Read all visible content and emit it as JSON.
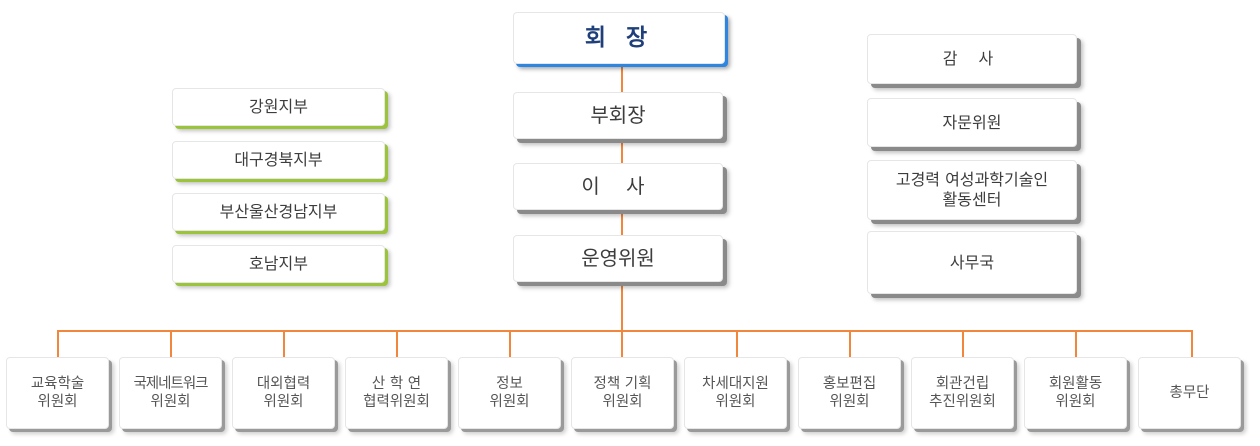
{
  "colors": {
    "connector": "#f0873c",
    "president_accent": "#2e86e0",
    "branch_accent": "#9bc43a",
    "shadow_gray": "#8a8a8a"
  },
  "hierarchy": {
    "president": "회 장",
    "vice_president": "부회장",
    "directors": "이 사",
    "steering_committee": "운영위원"
  },
  "branches": [
    "강원지부",
    "대구경북지부",
    "부산울산경남지부",
    "호남지부"
  ],
  "advisory": [
    {
      "line1": "감 사",
      "line2": ""
    },
    {
      "line1": "자문위원",
      "line2": ""
    },
    {
      "line1": "고경력 여성과학기술인",
      "line2": "활동센터"
    },
    {
      "line1": "사무국",
      "line2": ""
    }
  ],
  "committees": [
    {
      "line1": "교육학술",
      "line2": "위원회"
    },
    {
      "line1": "국제네트워크",
      "line2": "위원회"
    },
    {
      "line1": "대외협력",
      "line2": "위원회"
    },
    {
      "line1": "산 학 연",
      "line2": "협력위원회"
    },
    {
      "line1": "정보",
      "line2": "위원회"
    },
    {
      "line1": "정책 기획",
      "line2": "위원회"
    },
    {
      "line1": "차세대지원",
      "line2": "위원회"
    },
    {
      "line1": "홍보편집",
      "line2": "위원회"
    },
    {
      "line1": "회관건립",
      "line2": "추진위원회"
    },
    {
      "line1": "회원활동",
      "line2": "위원회"
    },
    {
      "line1": "총무단",
      "line2": ""
    }
  ]
}
